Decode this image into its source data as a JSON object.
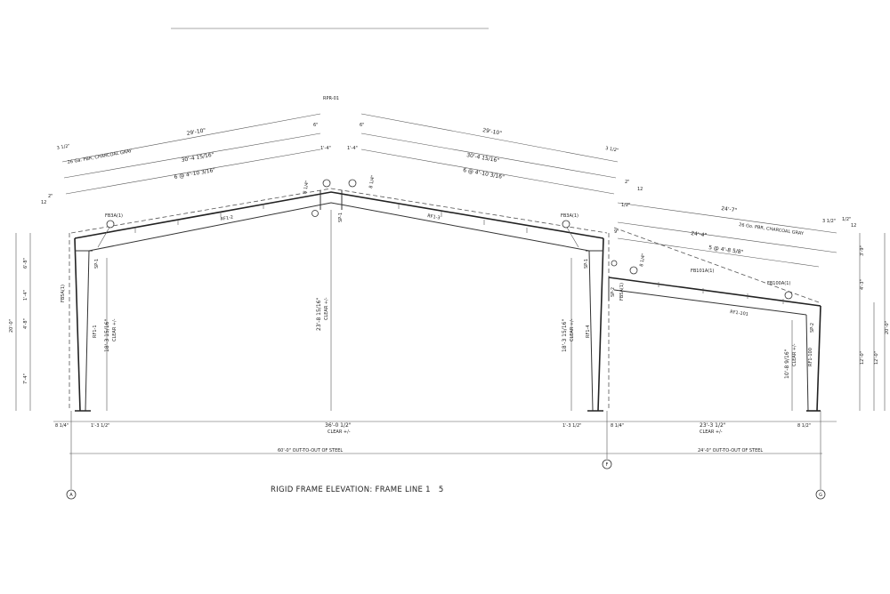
{
  "drawing": {
    "title": "RIGID FRAME ELEVATION: FRAME LINE 1   5",
    "ridge_label": "RPR-01",
    "gridlines": [
      "A",
      "F",
      "G"
    ],
    "main_frame": {
      "left_slope_top": "29'-10\"",
      "right_slope_top": "29'-10\"",
      "left_slope_mid": "30'-4 15/16\"",
      "right_slope_mid": "30'-4 15/16\"",
      "left_purlins": "6 @ 4'-10 3/16\"",
      "right_purlins": "6 @ 4'-10 3/16\"",
      "left_overhang": "3 1/2\"",
      "right_overhang": "3 1/2\"",
      "panel_note": "26 Ga. PBR, CHARCOAL GRAY",
      "ridge_gap_left": "6\"",
      "ridge_gap_right": "6\"",
      "ridge_dim_left": "1'-4\"",
      "ridge_dim_right": "1'-4\"",
      "ridge_depth_left": "8 1/4\"",
      "ridge_depth_right": "8 1/4\"",
      "pitch_rise": "2\"",
      "pitch_run": "12",
      "left_rafter": "RF1-2",
      "right_rafter": "RF1-3",
      "left_column": "RF1-1",
      "right_column": "RF1-4",
      "left_splice": "SP-1",
      "right_splice": "SP-1",
      "ridge_splice": "SP-1",
      "left_brace": "FB3A(1)",
      "right_brace": "FB3A(1)",
      "column_brace": "FB5A(1)",
      "center_clear_height": "23'-8 15/16\"",
      "center_clear_note": "CLEAR +/-",
      "left_clear_height": "18'-3 15/16\"",
      "right_clear_height": "18'-3 15/16\"",
      "left_heights": [
        "6'-8\"",
        "1'-4\"",
        "4'-8\"",
        "7'-4\""
      ],
      "left_total_height": "20'-0\"",
      "bottom_left_offset": "8 1/4\"",
      "bottom_left_col": "1'-3 1/2\"",
      "bottom_clear": "36'-0 1/2\"",
      "bottom_clear_note": "CLEAR +/-",
      "bottom_right_col": "1'-3 1/2\"",
      "overall": "60'-0\" OUT-TO-OUT OF STEEL"
    },
    "lean_to": {
      "slope_top": "24'-7\"",
      "slope_mid": "24'-4\"",
      "purlins": "5 @ 4'-8 5/8\"",
      "overhang": "3 1/2\"",
      "panel_note": "26 Go. PBR, CHARCOAL GRAY",
      "pitch_rise": "2\"",
      "pitch_run": "12",
      "pitch_rise_right": "1/2\"",
      "pitch_run_right": "12",
      "edge_dim": "1/2\"",
      "left_depth": "9\"",
      "haunch_depth": "8 1/4\"",
      "rafter": "RF1-101",
      "column": "RF1-100",
      "splice_left": "SP-2",
      "splice_right": "SP-2",
      "brace_left": "FB101A(1)",
      "brace_right": "FB100A(1)",
      "left_brace_tag": "FB5A(1)",
      "clear_height": "10'-8 9/16\"",
      "clear_note": "CLEAR +/-",
      "right_heights": [
        "3'-9\"",
        "4'-3\"",
        "12'-0\""
      ],
      "right_total_height": "20'-0\"",
      "right_total_height_2": "12'-0\"",
      "bottom_left_offset": "8 1/4\"",
      "bottom_clear": "23'-3 1/2\"",
      "bottom_clear_note": "CLEAR +/-",
      "bottom_right_offset": "8 1/2\"",
      "overall": "24'-0\" OUT-TO-OUT OF STEEL"
    }
  }
}
